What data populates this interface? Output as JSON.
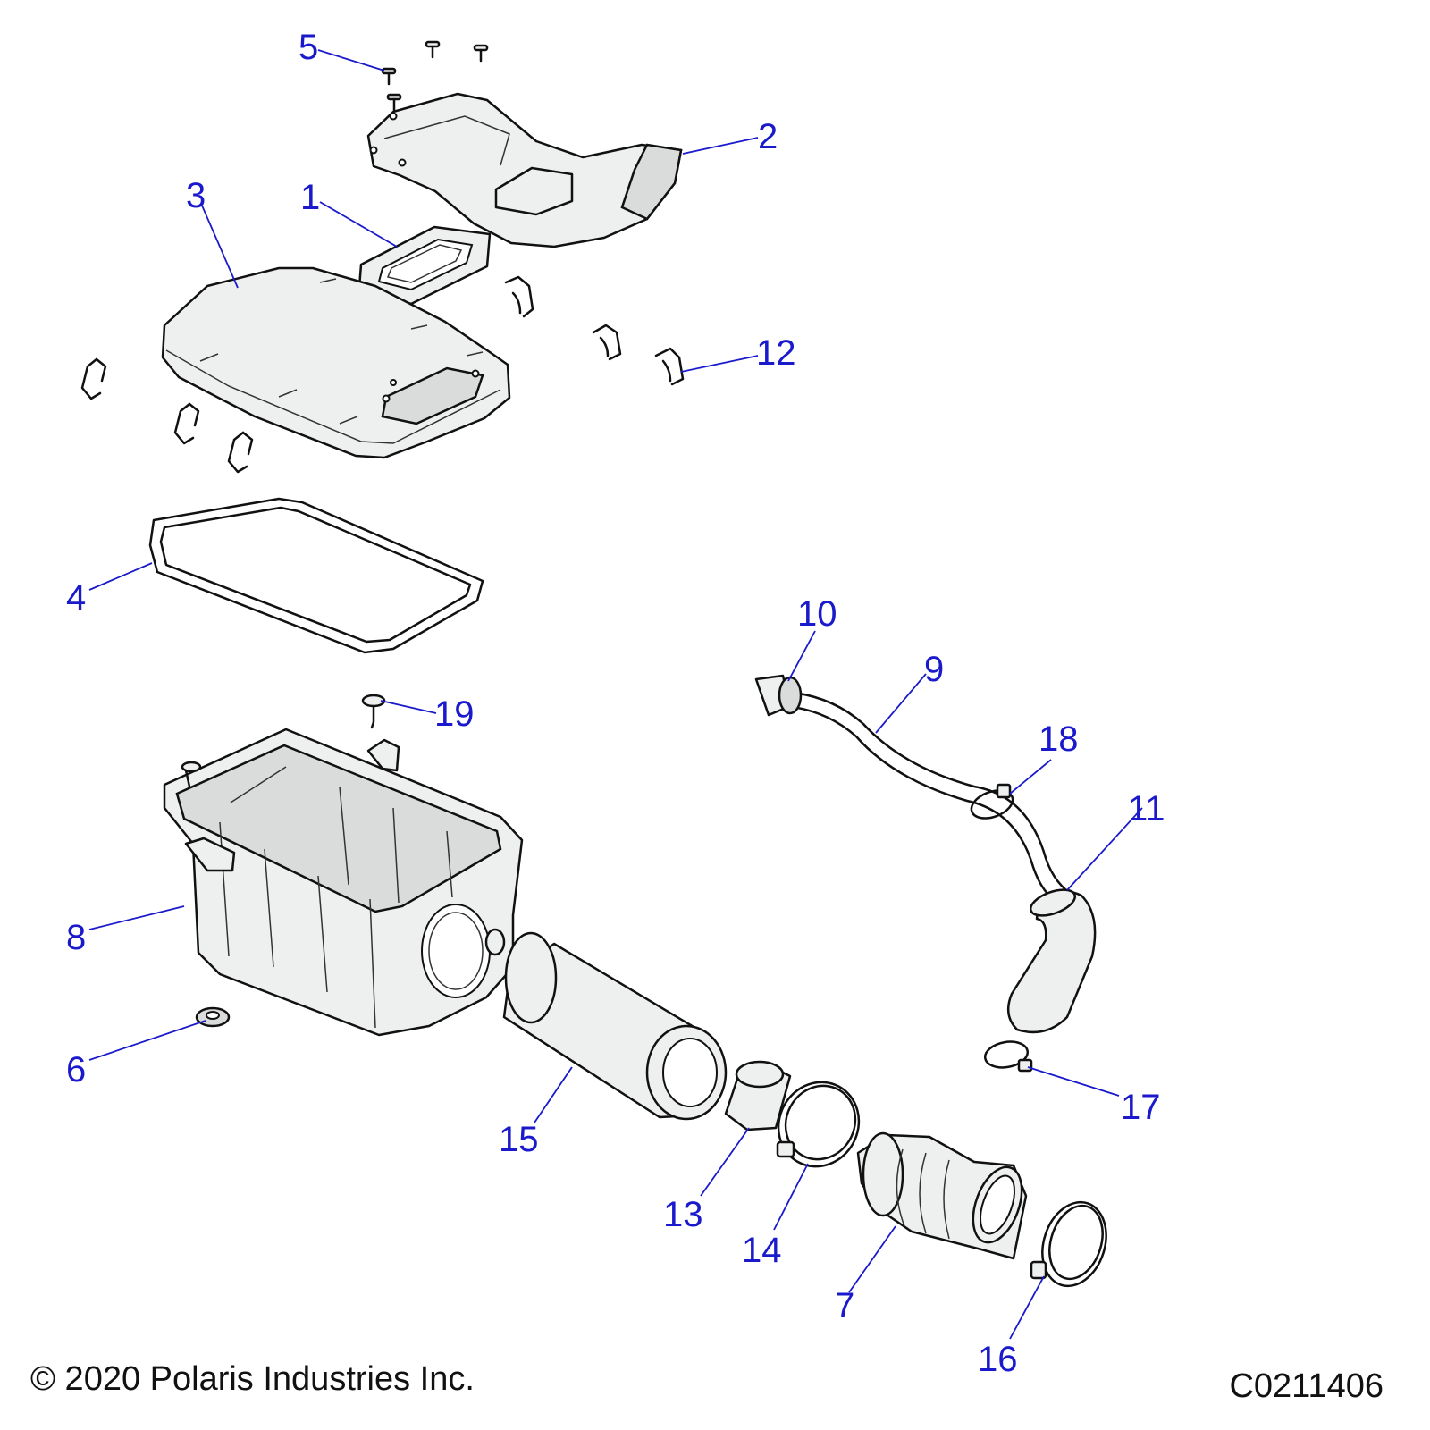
{
  "callouts": [
    "1",
    "2",
    "3",
    "4",
    "5",
    "6",
    "7",
    "8",
    "9",
    "10",
    "11",
    "12",
    "13",
    "14",
    "15",
    "16",
    "17",
    "18",
    "19"
  ],
  "footer": {
    "copyright": "© 2020 Polaris Industries Inc.",
    "diagram_id": "C0211406"
  },
  "colors": {
    "callout_text": "#1a1acc",
    "part_outline": "#111111",
    "part_fill": "#eef0ef"
  }
}
